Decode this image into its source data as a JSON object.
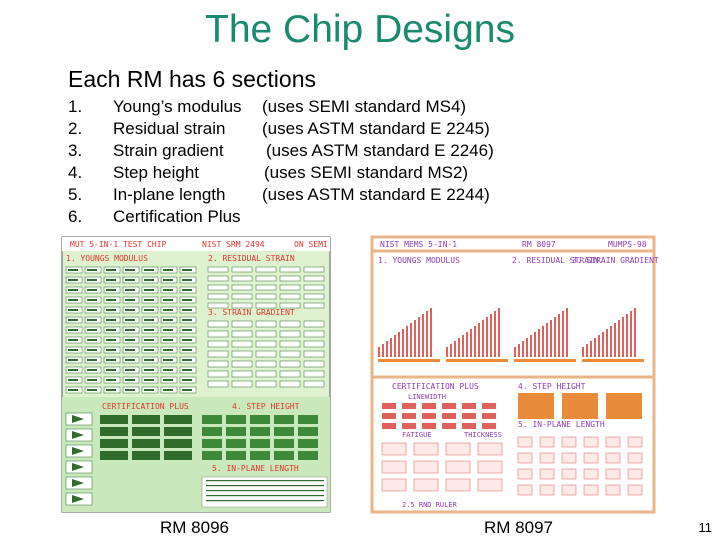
{
  "slide": {
    "title": "The Chip Designs",
    "subtitle": "Each RM has 6 sections",
    "sections": [
      {
        "number": "1.",
        "name": "Young’s modulus",
        "standard": "(uses SEMI standard MS4)"
      },
      {
        "number": "2.",
        "name": "Residual strain",
        "standard": "(uses ASTM standard E 2245)"
      },
      {
        "number": "3.",
        "name": "Strain gradient",
        "standard": "(uses ASTM standard E 2246)"
      },
      {
        "number": "4.",
        "name": "Step height",
        "standard": "(uses SEMI standard MS2)"
      },
      {
        "number": "5.",
        "name": "In-plane length",
        "standard": "(uses ASTM standard E 2244)"
      },
      {
        "number": "6.",
        "name": "Certification Plus",
        "standard": ""
      }
    ],
    "page_number": "11"
  },
  "chip_8096": {
    "caption": "RM 8096",
    "header": [
      "MUT 5-IN-1 TEST CHIP",
      "NIST SRM 2494",
      "ON SEMI"
    ],
    "labels": {
      "youngs": "1. YOUNGS MODULUS",
      "residual": "2. RESIDUAL STRAIN",
      "gradient": "3. STRAIN GRADIENT",
      "cert": "CERTIFICATION PLUS",
      "step": "4. STEP HEIGHT",
      "inplane": "5. IN-PLANE LENGTH"
    },
    "colors": {
      "background": "#dff2d0",
      "label": "#e3362e",
      "structure": "#2f6b2a",
      "panel": "#ffffff"
    }
  },
  "chip_8097": {
    "caption": "RM 8097",
    "header": [
      "NIST MEMS 5-IN-1",
      "RM 8097",
      "MUMPS-98"
    ],
    "labels": {
      "youngs": "1. YOUNGS MODULUS",
      "residual": "2. RESIDUAL STRAIN",
      "gradient": "3. STRAIN GRADIENT",
      "cert": "CERTIFICATION PLUS",
      "step": "4. STEP HEIGHT",
      "inplane": "5. IN-PLANE LENGTH",
      "linewidth": "LINEWIDTH",
      "fatigue": "FATIGUE",
      "thickness": "THICKNESS",
      "ruler": "2.5 RND RULER"
    },
    "colors": {
      "background": "#ffffff",
      "frame": "#f4cfa8",
      "label": "#8d3fb4",
      "structure": "#e0605c",
      "accent": "#e88b3b"
    }
  }
}
